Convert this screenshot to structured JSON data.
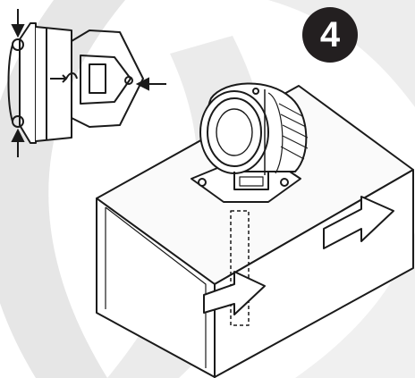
{
  "figure": {
    "step_number": "4",
    "watermark_color": "#e6e6e6",
    "line_color": "#1a1a1a",
    "badge_color": "#231f20",
    "icons": {
      "step_badge": "number-badge",
      "inset": "bracket-mounting-detail",
      "squeeze_arrows": "pointing-arrow",
      "sensor": "round-sensor-device",
      "box": "box-cutaway",
      "flow_arrows": "direction-arrow"
    }
  }
}
